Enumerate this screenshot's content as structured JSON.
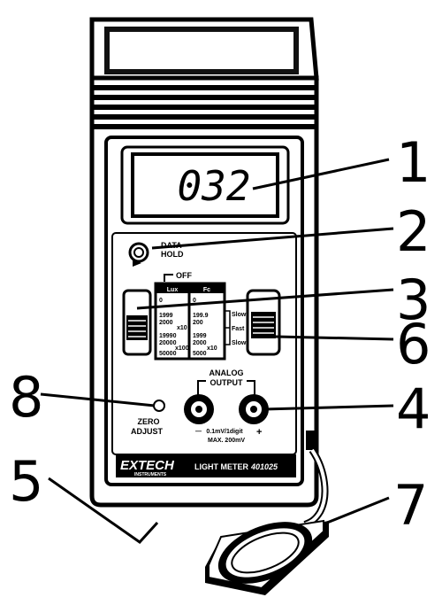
{
  "callouts": [
    "1",
    "2",
    "3",
    "4",
    "5",
    "6",
    "7",
    "8"
  ],
  "display": {
    "reading": "032"
  },
  "hold": {
    "line1": "DATA",
    "line2": "HOLD"
  },
  "range_switch": {
    "off": "OFF",
    "lux_header": "Lux",
    "fc_header": "Fc",
    "lux_values": [
      "0",
      "1999",
      "2000",
      "19990",
      "20000",
      "50000"
    ],
    "lux_multipliers": [
      "x10",
      "x100"
    ],
    "fc_values": [
      "0",
      "199.9",
      "200",
      "1999",
      "2000",
      "5000"
    ],
    "fc_multiplier": "x10"
  },
  "speed_switch": {
    "slow_top": "Slow",
    "fast": "Fast",
    "slow_bottom": "Slow"
  },
  "analog": {
    "line1": "ANALOG",
    "line2": "OUTPUT",
    "spec1": "0.1mV/1digit",
    "spec2": "MAX. 200mV",
    "minus": "—",
    "plus": "+"
  },
  "zero": {
    "line1": "ZERO",
    "line2": "ADJUST"
  },
  "brand": {
    "name": "EXTECH",
    "sub": "INSTRUMENTS",
    "product": "LIGHT METER",
    "model": "401025"
  }
}
